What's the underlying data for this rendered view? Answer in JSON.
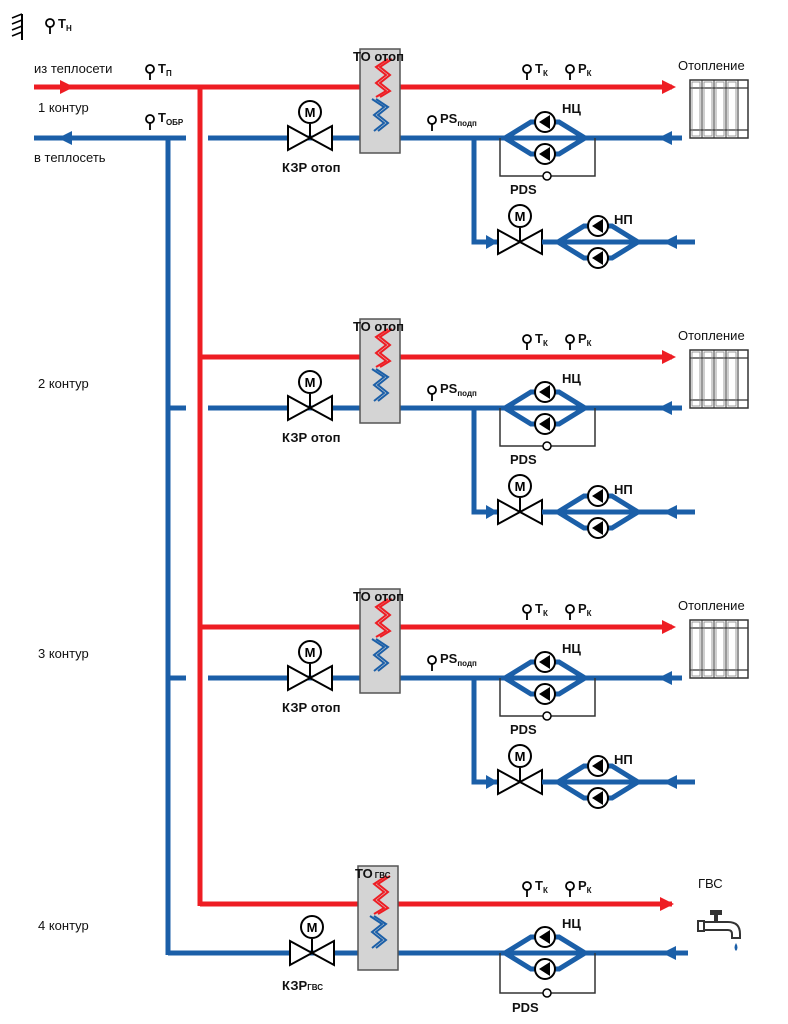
{
  "outdoor": {
    "sensor": "Т",
    "sensor_sub": "Н"
  },
  "header": {
    "supply_from": "из теплосети",
    "return_to": "в теплосеть",
    "t_supply": "Т",
    "t_supply_sub": "П",
    "t_return": "Т",
    "t_return_sub": "ОБР"
  },
  "circuits": [
    {
      "label": "1 контур",
      "hx": "ТО отоп",
      "valve": "КЗР отоп",
      "ps": "PS",
      "ps_sub": "подп",
      "tk": "Т",
      "tk_sub": "К",
      "pk": "Р",
      "pk_sub": "К",
      "pump": "НЦ",
      "pds": "PDS",
      "makeup_pump": "НП",
      "consumer": "Отопление"
    },
    {
      "label": "2 контур",
      "hx": "ТО отоп",
      "valve": "КЗР отоп",
      "ps": "PS",
      "ps_sub": "подп",
      "tk": "Т",
      "tk_sub": "К",
      "pk": "Р",
      "pk_sub": "К",
      "pump": "НЦ",
      "pds": "PDS",
      "makeup_pump": "НП",
      "consumer": "Отопление"
    },
    {
      "label": "3 контур",
      "hx": "ТО отоп",
      "valve": "КЗР отоп",
      "ps": "PS",
      "ps_sub": "подп",
      "tk": "Т",
      "tk_sub": "К",
      "pk": "Р",
      "pk_sub": "К",
      "pump": "НЦ",
      "pds": "PDS",
      "makeup_pump": "НП",
      "consumer": "Отопление"
    },
    {
      "label": "4 контур",
      "hx": "ТО",
      "hx_sub": "ГВС",
      "valve": "КЗР",
      "valve_sub": "ГВС",
      "tk": "Т",
      "tk_sub": "К",
      "pk": "Р",
      "pk_sub": "К",
      "pump": "НЦ",
      "pds": "PDS",
      "consumer": "ГВС"
    }
  ],
  "colors": {
    "supply": "#ee1d23",
    "return": "#1b5fa8",
    "hx_fill": "#d4d4d4",
    "text": "#111111"
  }
}
